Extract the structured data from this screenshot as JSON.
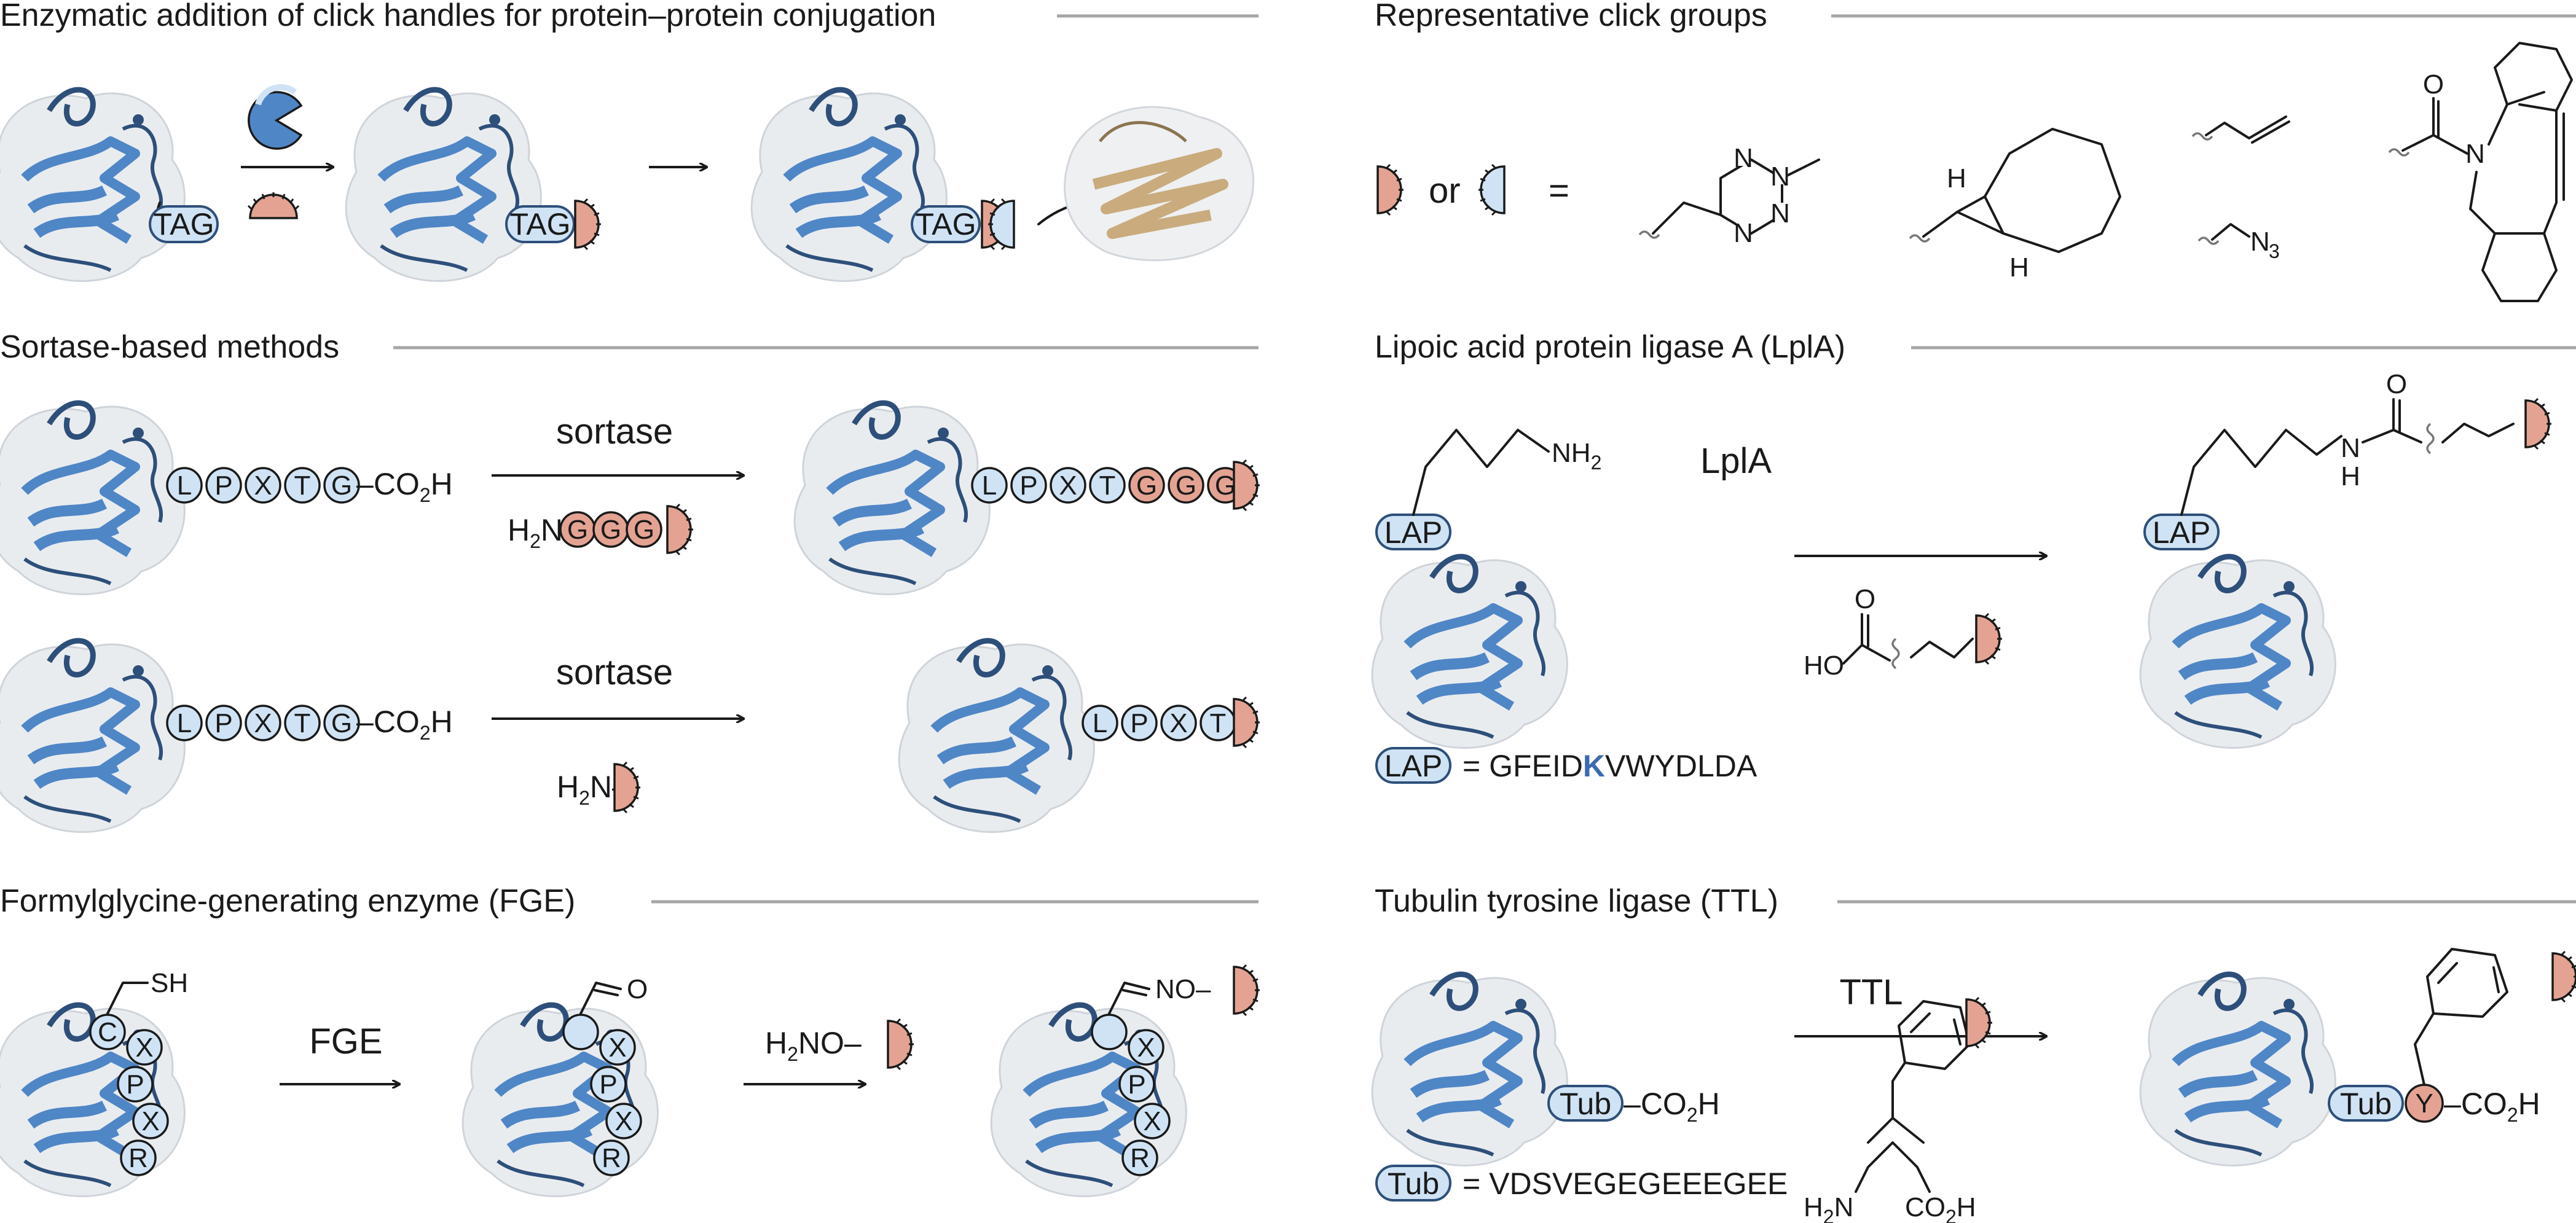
{
  "colors": {
    "protein_blue": "#4f86c6",
    "protein_dark": "#2d4f7a",
    "pill_blue_fill": "#cfe3f5",
    "pill_blue_stroke": "#2d4f7a",
    "click_red": "#e4a392",
    "click_red_light": "#f7ded5",
    "second_protein": "#c9ab7d",
    "rule_gray": "#a6a6a6",
    "highlight_blue": "#3a6bb0"
  },
  "sections": {
    "click_handles": "Enzymatic addition of click handles for protein–protein conjugation",
    "click_groups": "Representative click groups",
    "sortase": "Sortase-based methods",
    "lpla": "Lipoic acid protein ligase A (LplA)",
    "fge": "Formylglycine-generating enzyme (FGE)",
    "ttl": "Tubulin tyrosine ligase (TTL)"
  },
  "tags": {
    "tag": "TAG",
    "lap": "LAP",
    "tub": "Tub"
  },
  "click_groups_row": {
    "or": "or",
    "equals": "=",
    "n": "N",
    "h": "H",
    "n3": "N",
    "n3_sub": "3"
  },
  "sortase_row": {
    "residues": [
      "L",
      "P",
      "X",
      "T",
      "G"
    ],
    "co2h": "CO",
    "co2h_sub": "2",
    "co2h_end": "H",
    "enzyme": "sortase",
    "h2n": "H",
    "h2n_sub": "2",
    "h2n_end": "N–",
    "ggg": [
      "G",
      "G",
      "G"
    ],
    "product1": [
      "L",
      "P",
      "X",
      "T",
      "G",
      "G",
      "G"
    ],
    "product2": [
      "L",
      "P",
      "X",
      "T"
    ]
  },
  "lpla_row": {
    "nh2": "NH",
    "nh2_sub": "2",
    "enzyme": "LplA",
    "ho": "HO",
    "o": "O",
    "n": "N",
    "h": "H",
    "lap_equals": "= GFEID",
    "lap_k": "K",
    "lap_rest": "VWYDLDA"
  },
  "fge_row": {
    "sh": "SH",
    "residues": [
      "C",
      "X",
      "P",
      "X",
      "R"
    ],
    "enzyme": "FGE",
    "o": "O",
    "h2no": "H",
    "h2no_sub": "2",
    "h2no_end": "NO–",
    "no": "NO–"
  },
  "ttl_row": {
    "co2h": "CO",
    "co2h_sub": "2",
    "co2h_end": "H",
    "enzyme": "TTL",
    "tub_equals": "= VDSVEGEGEEEGEE",
    "h2n": "H",
    "h2n_sub": "2",
    "h2n_end": "N",
    "y": "Y"
  }
}
